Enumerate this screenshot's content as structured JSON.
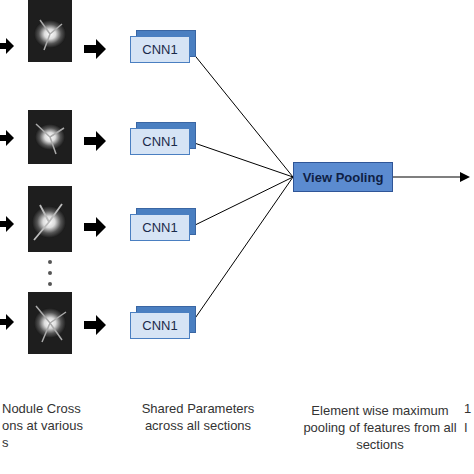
{
  "diagram": {
    "nodes": [
      {
        "text": [
          "CNN1"
        ]
      },
      {
        "text": [
          "CNN1"
        ]
      },
      {
        "text": [
          "CNN1"
        ]
      },
      {
        "text": [
          "CNN1"
        ]
      },
      {
        "text": [
          "View Pooling"
        ]
      }
    ],
    "edges": [
      {
        "from": 0,
        "to": 4,
        "arrow": "none"
      },
      {
        "from": 1,
        "to": 4,
        "arrow": "none"
      },
      {
        "from": 2,
        "to": 4,
        "arrow": "none"
      },
      {
        "from": 3,
        "to": 4,
        "arrow": "none"
      }
    ],
    "labels": [
      "Nodule Cross",
      "ons at various",
      "s",
      "Shared Parameters across all sections",
      "Element wise maximum pooling of features from all sections",
      "1",
      "I"
    ]
  }
}
